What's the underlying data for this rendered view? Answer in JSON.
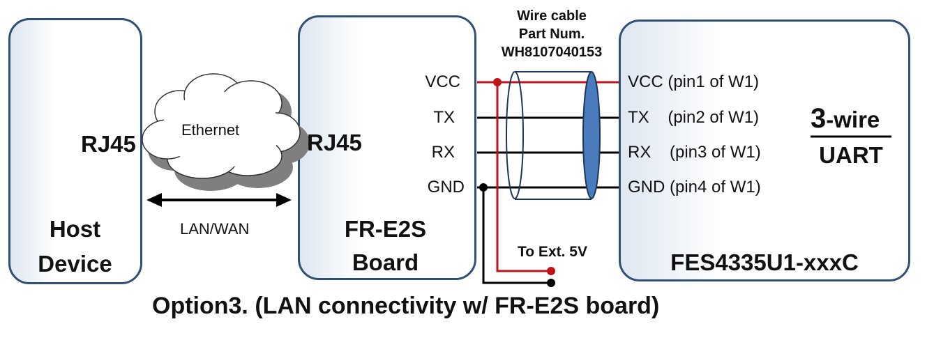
{
  "host": {
    "title_line1": "Host",
    "title_line2": "Device",
    "port": "RJ45"
  },
  "network": {
    "cloud_label": "Ethernet",
    "link_label": "LAN/WAN"
  },
  "fr_board": {
    "port": "RJ45",
    "title_line1": "FR-E2S",
    "title_line2": "Board",
    "pins": [
      "VCC",
      "TX",
      "RX",
      "GND"
    ]
  },
  "cable": {
    "line1": "Wire cable",
    "line2": "Part Num.",
    "line3": "WH8107040153"
  },
  "target": {
    "pins": [
      "VCC (pin1 of W1)",
      "TX    (pin2 of W1)",
      "RX    (pin3 of W1)",
      "GND (pin4 of W1)"
    ],
    "uart_number": "3",
    "uart_suffix": "-wire",
    "uart_line2": "UART",
    "name": "FES4335U1-xxxC"
  },
  "ext_power_label": "To Ext. 5V",
  "caption": "Option3. (LAN connectivity w/ FR-E2S board)",
  "colors": {
    "box_border": "#2f4f74",
    "vcc_wire": "#c0121b",
    "shield": "#4a7bbd",
    "signal_wire": "#000000"
  }
}
